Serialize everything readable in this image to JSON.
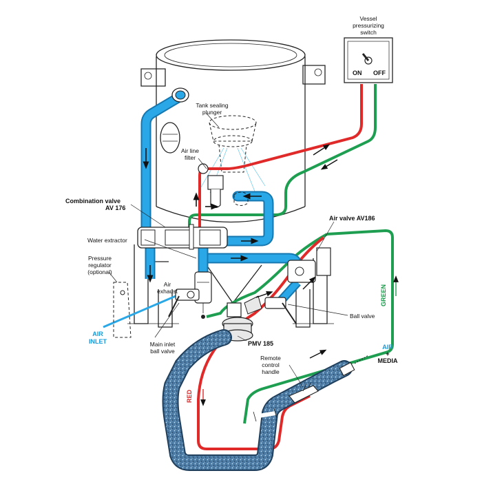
{
  "colors": {
    "air_blue": "#2aa7e6",
    "air_blue_dark": "#1577b0",
    "red_line": "#e02a2a",
    "green_line": "#1e9e50",
    "hose": "#3f6f99",
    "label_air": "#1a9ad6"
  },
  "labels": {
    "vessel_switch": [
      "Vessel",
      "pressurizing",
      "switch"
    ],
    "switch_on": "ON",
    "switch_off": "OFF",
    "tank_plunger": [
      "Tank sealing",
      "plunger"
    ],
    "air_line_filter": [
      "Air line",
      "filter"
    ],
    "combination_valve": [
      "Combination valve",
      "AV 176"
    ],
    "water_extractor": "Water extractor",
    "pressure_regulator": [
      "Pressure",
      "regulator",
      "(optional)"
    ],
    "air_exhaust": [
      "Air",
      "exhaust"
    ],
    "air_inlet": [
      "AIR",
      "INLET"
    ],
    "main_inlet": [
      "Main inlet",
      "ball valve"
    ],
    "air_valve": "Air valve AV186",
    "ball_valve": "Ball valve",
    "pmv": "PMV 185",
    "remote_handle": [
      "Remote",
      "control",
      "handle"
    ],
    "air_media": [
      "AIR",
      "+",
      "MEDIA"
    ],
    "green": "GREEN",
    "red": "RED"
  },
  "icons": {
    "toggle_switch": "toggle-switch-icon",
    "flow_arrow": "flow-arrow-icon",
    "nozzle": "nozzle-icon"
  }
}
